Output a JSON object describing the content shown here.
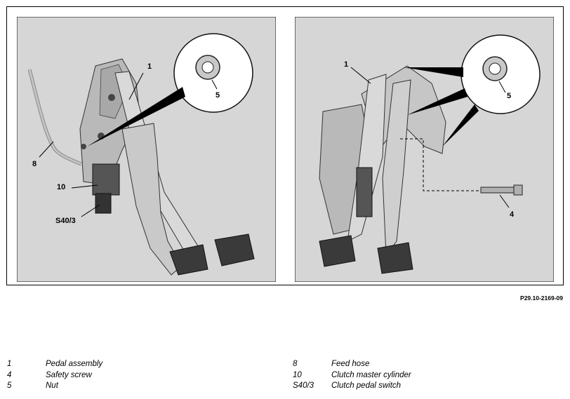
{
  "figure": {
    "reference": "P29.10-2169-09",
    "left_callouts": {
      "c1": "1",
      "c5": "5",
      "c8": "8",
      "c10": "10",
      "cS40": "S40/3"
    },
    "right_callouts": {
      "c1": "1",
      "c5": "5",
      "c4": "4"
    }
  },
  "legend": [
    {
      "num": "1",
      "desc": "Pedal assembly"
    },
    {
      "num": "4",
      "desc": "Safety screw"
    },
    {
      "num": "5",
      "desc": "Nut"
    },
    {
      "num": "8",
      "desc": "Feed hose"
    },
    {
      "num": "10",
      "desc": "Clutch master cylinder"
    },
    {
      "num": "S40/3",
      "desc": "Clutch pedal switch"
    }
  ],
  "colors": {
    "panel_bg": "#d6d6d6",
    "part_fill": "#c8c8c8",
    "pedal_pad": "#3a3a3a"
  }
}
